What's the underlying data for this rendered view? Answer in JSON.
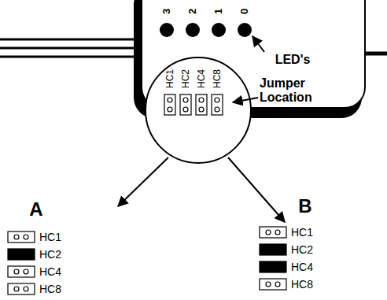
{
  "diagram": {
    "labels": [
      "3",
      "2",
      "1",
      "0",
      "LED's",
      "Jumper Location",
      "HC1",
      "HC2",
      "HC4",
      "HC8",
      "A",
      "HC1",
      "HC2",
      "HC4",
      "HC8",
      "B",
      "HC1",
      "HC2",
      "HC4",
      "HC8"
    ]
  }
}
